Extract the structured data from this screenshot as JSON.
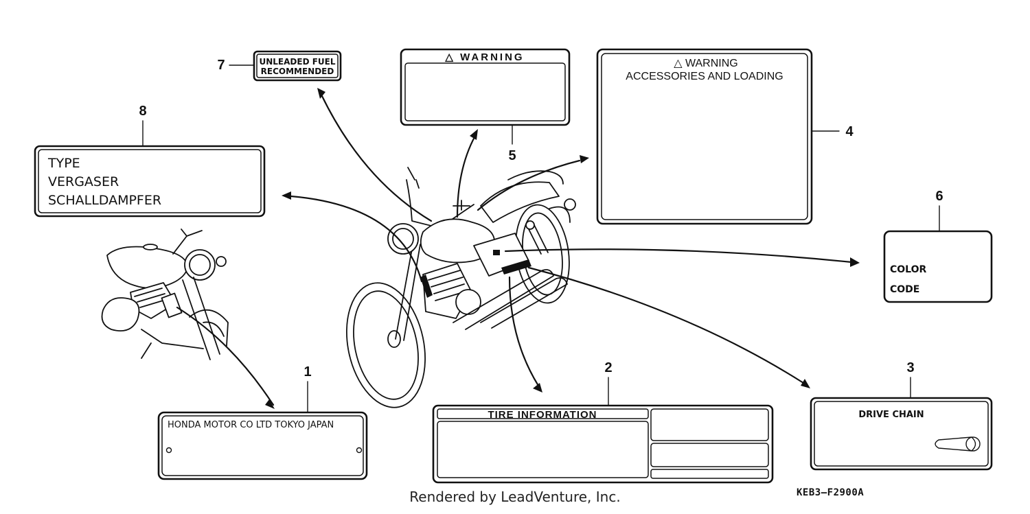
{
  "callouts": {
    "c1": "1",
    "c2": "2",
    "c3": "3",
    "c4": "4",
    "c5": "5",
    "c6": "6",
    "c7": "7",
    "c8": "8"
  },
  "labels": {
    "unleaded_line1": "UNLEADED FUEL",
    "unleaded_line2": "RECOMMENDED",
    "warning_small": "△ WARNING",
    "warning_large": "△ WARNING",
    "accessories": "ACCESSORIES AND LOADING",
    "type_line1": "TYPE",
    "type_line2": "VERGASER",
    "type_line3": "SCHALLDAMPFER",
    "color_line1": "COLOR",
    "color_line2": "CODE",
    "honda": "HONDA MOTOR CO  LTD TOKYO JAPAN",
    "tire": "TIRE  INFORMATION",
    "drive_chain": "DRIVE CHAIN"
  },
  "footer": "Rendered by LeadVenture, Inc.",
  "diagram_code": "KEB3–F2900A"
}
